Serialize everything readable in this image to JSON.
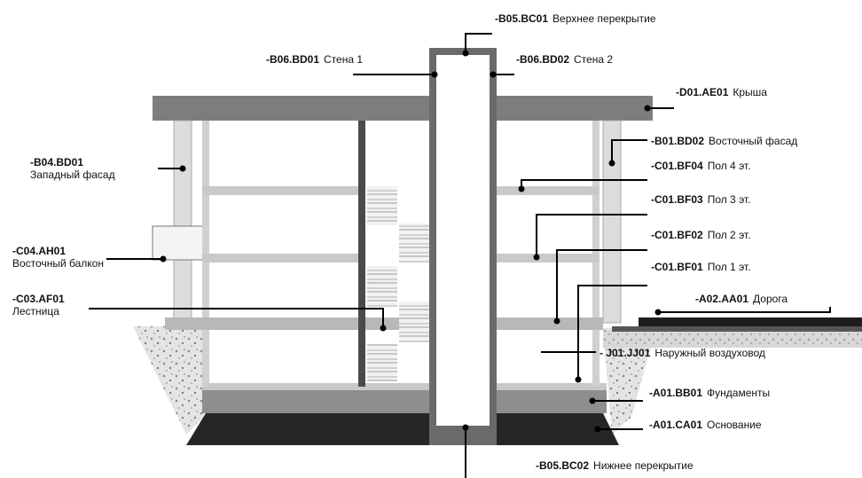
{
  "labels": {
    "top_slab": {
      "code": "-B05.BC01",
      "desc": "Верхнее перекрытие"
    },
    "wall1": {
      "code": "-B06.BD01",
      "desc": "Стена 1"
    },
    "wall2": {
      "code": "-B06.BD02",
      "desc": "Стена 2"
    },
    "roof": {
      "code": "-D01.AE01",
      "desc": "Крыша"
    },
    "east_facade": {
      "code": "-B01.BD02",
      "desc": "Восточный фасад"
    },
    "west_facade": {
      "code": "-B04.BD01",
      "desc": "Западный фасад"
    },
    "floor4": {
      "code": "-C01.BF04",
      "desc": "Пол 4 эт."
    },
    "floor3": {
      "code": "-C01.BF03",
      "desc": "Пол 3 эт."
    },
    "floor2": {
      "code": "-C01.BF02",
      "desc": "Пол 2 эт."
    },
    "floor1": {
      "code": "-C01.BF01",
      "desc": "Пол 1 эт."
    },
    "balcony": {
      "code": "-C04.AH01",
      "desc": "Восточный балкон"
    },
    "stairs": {
      "code": "-C03.AF01",
      "desc": "Лестница"
    },
    "road": {
      "code": "-A02.AA01",
      "desc": "Дорога"
    },
    "air_duct": {
      "code": "- J01.JJ01",
      "desc": "Наружный воздуховод"
    },
    "foundations": {
      "code": "-A01.BB01",
      "desc": "Фундаменты"
    },
    "base": {
      "code": "-A01.CA01",
      "desc": "Основание"
    },
    "bottom_slab": {
      "code": "-B05.BC02",
      "desc": "Нижнее перекрытие"
    }
  }
}
